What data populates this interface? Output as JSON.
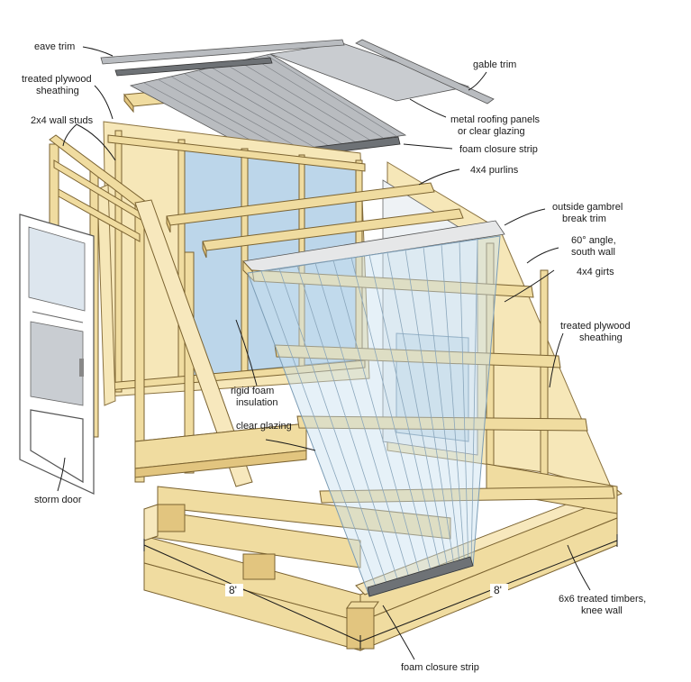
{
  "labels": {
    "eave_trim": "eave trim",
    "treated_plywood_sheathing_1": "treated plywood",
    "treated_plywood_sheathing_2": "sheathing",
    "wall_studs": "2x4 wall studs",
    "gable_trim": "gable trim",
    "metal_roofing_1": "metal roofing panels",
    "metal_roofing_2": "or clear glazing",
    "foam_closure_top": "foam closure strip",
    "purlins": "4x4 purlins",
    "gambrel_1": "outside gambrel",
    "gambrel_2": "break trim",
    "angle_1": "60° angle,",
    "angle_2": "south wall",
    "girts": "4x4 girts",
    "right_sheathing_1": "treated plywood",
    "right_sheathing_2": "sheathing",
    "rigid_foam_1": "rigid foam",
    "rigid_foam_2": "insulation",
    "clear_glazing": "clear glazing",
    "storm_door": "storm door",
    "timbers_1": "6x6 treated timbers,",
    "timbers_2": "knee wall",
    "foam_closure_bottom": "foam closure strip",
    "dim_left": "8'",
    "dim_right": "8'"
  },
  "colors": {
    "wood": "#f0dca0",
    "foam_insulation": "#bcd6ea",
    "metal": "#b9bcc0",
    "glazing": "#c8e1f0"
  }
}
